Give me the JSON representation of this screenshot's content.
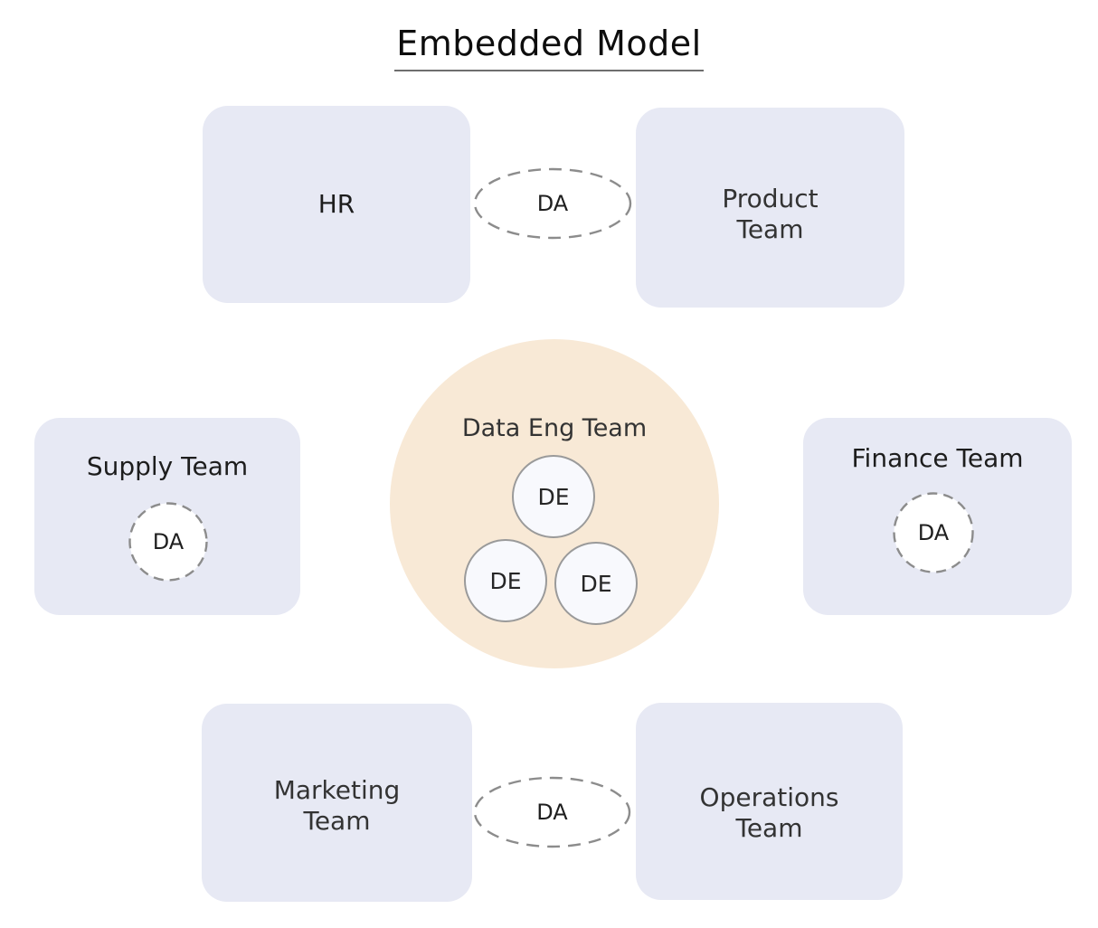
{
  "title": "Embedded Model",
  "boxes": {
    "hr": "HR",
    "product": "Product\nTeam",
    "supply": "Supply Team",
    "finance": "Finance Team",
    "marketing": "Marketing\nTeam",
    "operations": "Operations\nTeam"
  },
  "center_team": {
    "label": "Data Eng Team",
    "members": [
      "DE",
      "DE",
      "DE"
    ]
  },
  "analysts": {
    "between_hr_product": "DA",
    "in_supply": "DA",
    "in_finance": "DA",
    "between_marketing_operations": "DA"
  },
  "colors": {
    "team_box_fill": "#e7e9f4",
    "center_circle_fill": "#f8e9d6",
    "engineer_circle_fill": "#f8f9fd",
    "engineer_circle_border": "#9a9a9a",
    "analyst_dashed_border": "#8c8c8c",
    "title_underline": "#6e6e6e"
  }
}
